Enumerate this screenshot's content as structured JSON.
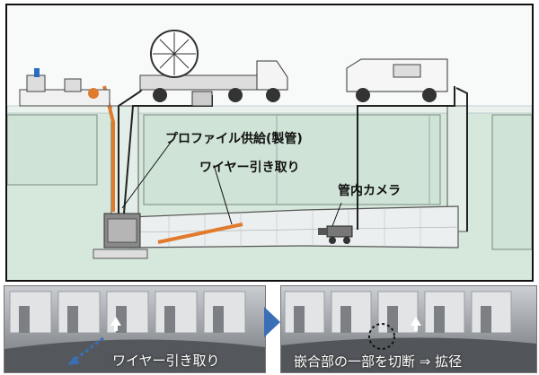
{
  "diagram": {
    "labels": {
      "profile_supply": "プロファイル供給(製管)",
      "wire_pull": "ワイヤー引き取り",
      "pipe_camera": "管内カメラ"
    },
    "bottom": {
      "left_caption": "ワイヤー引き取り",
      "right_caption": "嵌合部の一部を切断 ⇒ 拡径"
    },
    "colors": {
      "wire": "#e07a2c",
      "ground": "#cfe3d6",
      "road_line": "#b8d0c0",
      "arrow": "#3a6fb5"
    }
  }
}
